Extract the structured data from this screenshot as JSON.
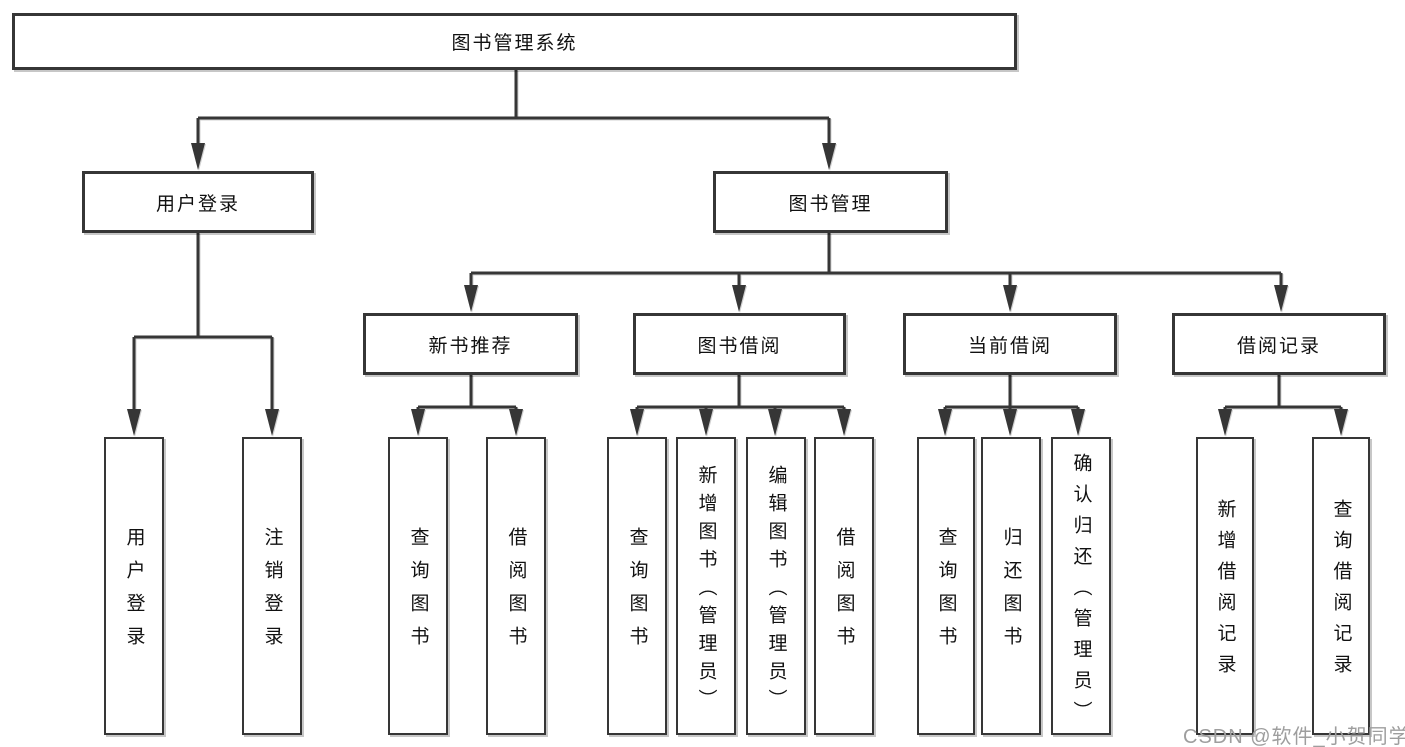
{
  "chart": {
    "root": {
      "label": "图书管理系统"
    },
    "branches": [
      {
        "label": "用户登录",
        "leaves": [
          {
            "label": "用户登录"
          },
          {
            "label": "注销登录"
          }
        ]
      },
      {
        "label": "图书管理",
        "groups": [
          {
            "label": "新书推荐",
            "leaves": [
              {
                "label": "查询图书"
              },
              {
                "label": "借阅图书"
              }
            ]
          },
          {
            "label": "图书借阅",
            "leaves": [
              {
                "label": "查询图书"
              },
              {
                "label": "新增图书（管理员）"
              },
              {
                "label": "编辑图书（管理员）"
              },
              {
                "label": "借阅图书"
              }
            ]
          },
          {
            "label": "当前借阅",
            "leaves": [
              {
                "label": "查询图书"
              },
              {
                "label": "归还图书"
              },
              {
                "label": "确认归还（管理员）"
              }
            ]
          },
          {
            "label": "借阅记录",
            "leaves": [
              {
                "label": "新增借阅记录"
              },
              {
                "label": "查询借阅记录"
              }
            ]
          }
        ]
      }
    ],
    "watermark": "CSDN @软件_小贺同学",
    "colors": {
      "line": "#363636",
      "box_border": "#363636",
      "box_fill": "#ffffff",
      "text": "#111111",
      "watermark": "#9e9e9e"
    }
  }
}
